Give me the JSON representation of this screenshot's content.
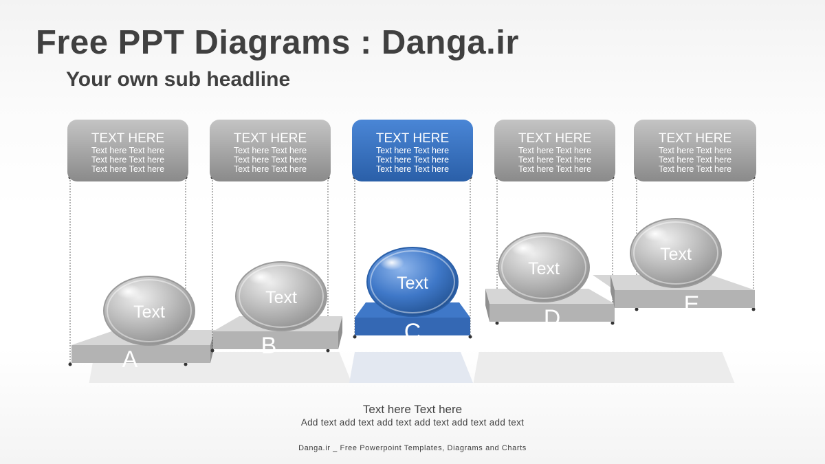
{
  "title": "Free PPT Diagrams : Danga.ir",
  "subtitle": "Your own sub headline",
  "colors": {
    "accent": "#3a74c4",
    "neutral": "#8f8f8f",
    "text": "#404040"
  },
  "items": [
    {
      "letter": "A",
      "ball": "Text",
      "box_title": "TEXT HERE",
      "box_lines": [
        "Text here Text here",
        "Text here Text here",
        "Text here Text here"
      ],
      "highlighted": false
    },
    {
      "letter": "B",
      "ball": "Text",
      "box_title": "TEXT HERE",
      "box_lines": [
        "Text here Text here",
        "Text here Text here",
        "Text here Text here"
      ],
      "highlighted": false
    },
    {
      "letter": "C",
      "ball": "Text",
      "box_title": "TEXT HERE",
      "box_lines": [
        "Text here Text here",
        "Text here Text here",
        "Text here Text here"
      ],
      "highlighted": true
    },
    {
      "letter": "D",
      "ball": "Text",
      "box_title": "TEXT HERE",
      "box_lines": [
        "Text here Text here",
        "Text here Text here",
        "Text here Text here"
      ],
      "highlighted": false
    },
    {
      "letter": "E",
      "ball": "Text",
      "box_title": "TEXT HERE",
      "box_lines": [
        "Text here Text here",
        "Text here Text here",
        "Text here Text here"
      ],
      "highlighted": false
    }
  ],
  "caption": {
    "title": "Text here Text here",
    "body": "Add text add text add text add text add text add text"
  },
  "footer": "Danga.ir _ Free Powerpoint Templates, Diagrams and Charts"
}
